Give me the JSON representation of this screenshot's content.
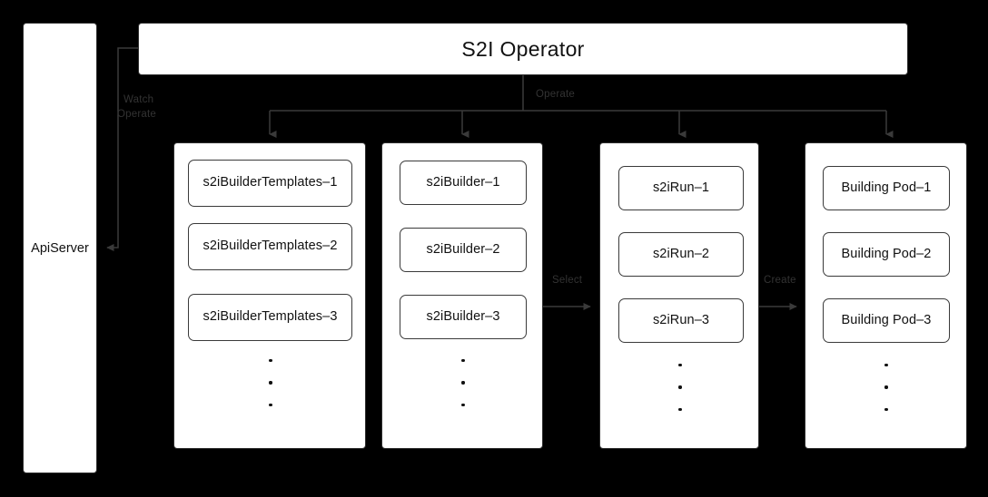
{
  "diagram": {
    "title": "S2I Operator",
    "background_color": "#000000",
    "box_fill_color": "#ffffff",
    "box_border_color": "#333333",
    "edge_label_color": "#333333"
  },
  "apiserver": {
    "label": "ApiServer"
  },
  "operator": {
    "title": "S2I Operator"
  },
  "edges": {
    "watch": "Watch",
    "operate_left": "Operate",
    "operate_top": "Operate",
    "select": "Select",
    "create": "Create"
  },
  "columns": [
    {
      "id": "s2ibuildertemplates",
      "nodes": [
        "s2iBuilderTemplates–1",
        "s2iBuilderTemplates–2",
        "s2iBuilderTemplates–3"
      ],
      "ellipsis": "•••"
    },
    {
      "id": "s2ibuilder",
      "nodes": [
        "s2iBuilder–1",
        "s2iBuilder–2",
        "s2iBuilder–3"
      ],
      "ellipsis": "•••"
    },
    {
      "id": "s2irun",
      "nodes": [
        "s2iRun–1",
        "s2iRun–2",
        "s2iRun–3"
      ],
      "ellipsis": "•••"
    },
    {
      "id": "building-pod",
      "nodes": [
        "Building Pod–1",
        "Building Pod–2",
        "Building Pod–3"
      ],
      "ellipsis": "•••"
    }
  ]
}
